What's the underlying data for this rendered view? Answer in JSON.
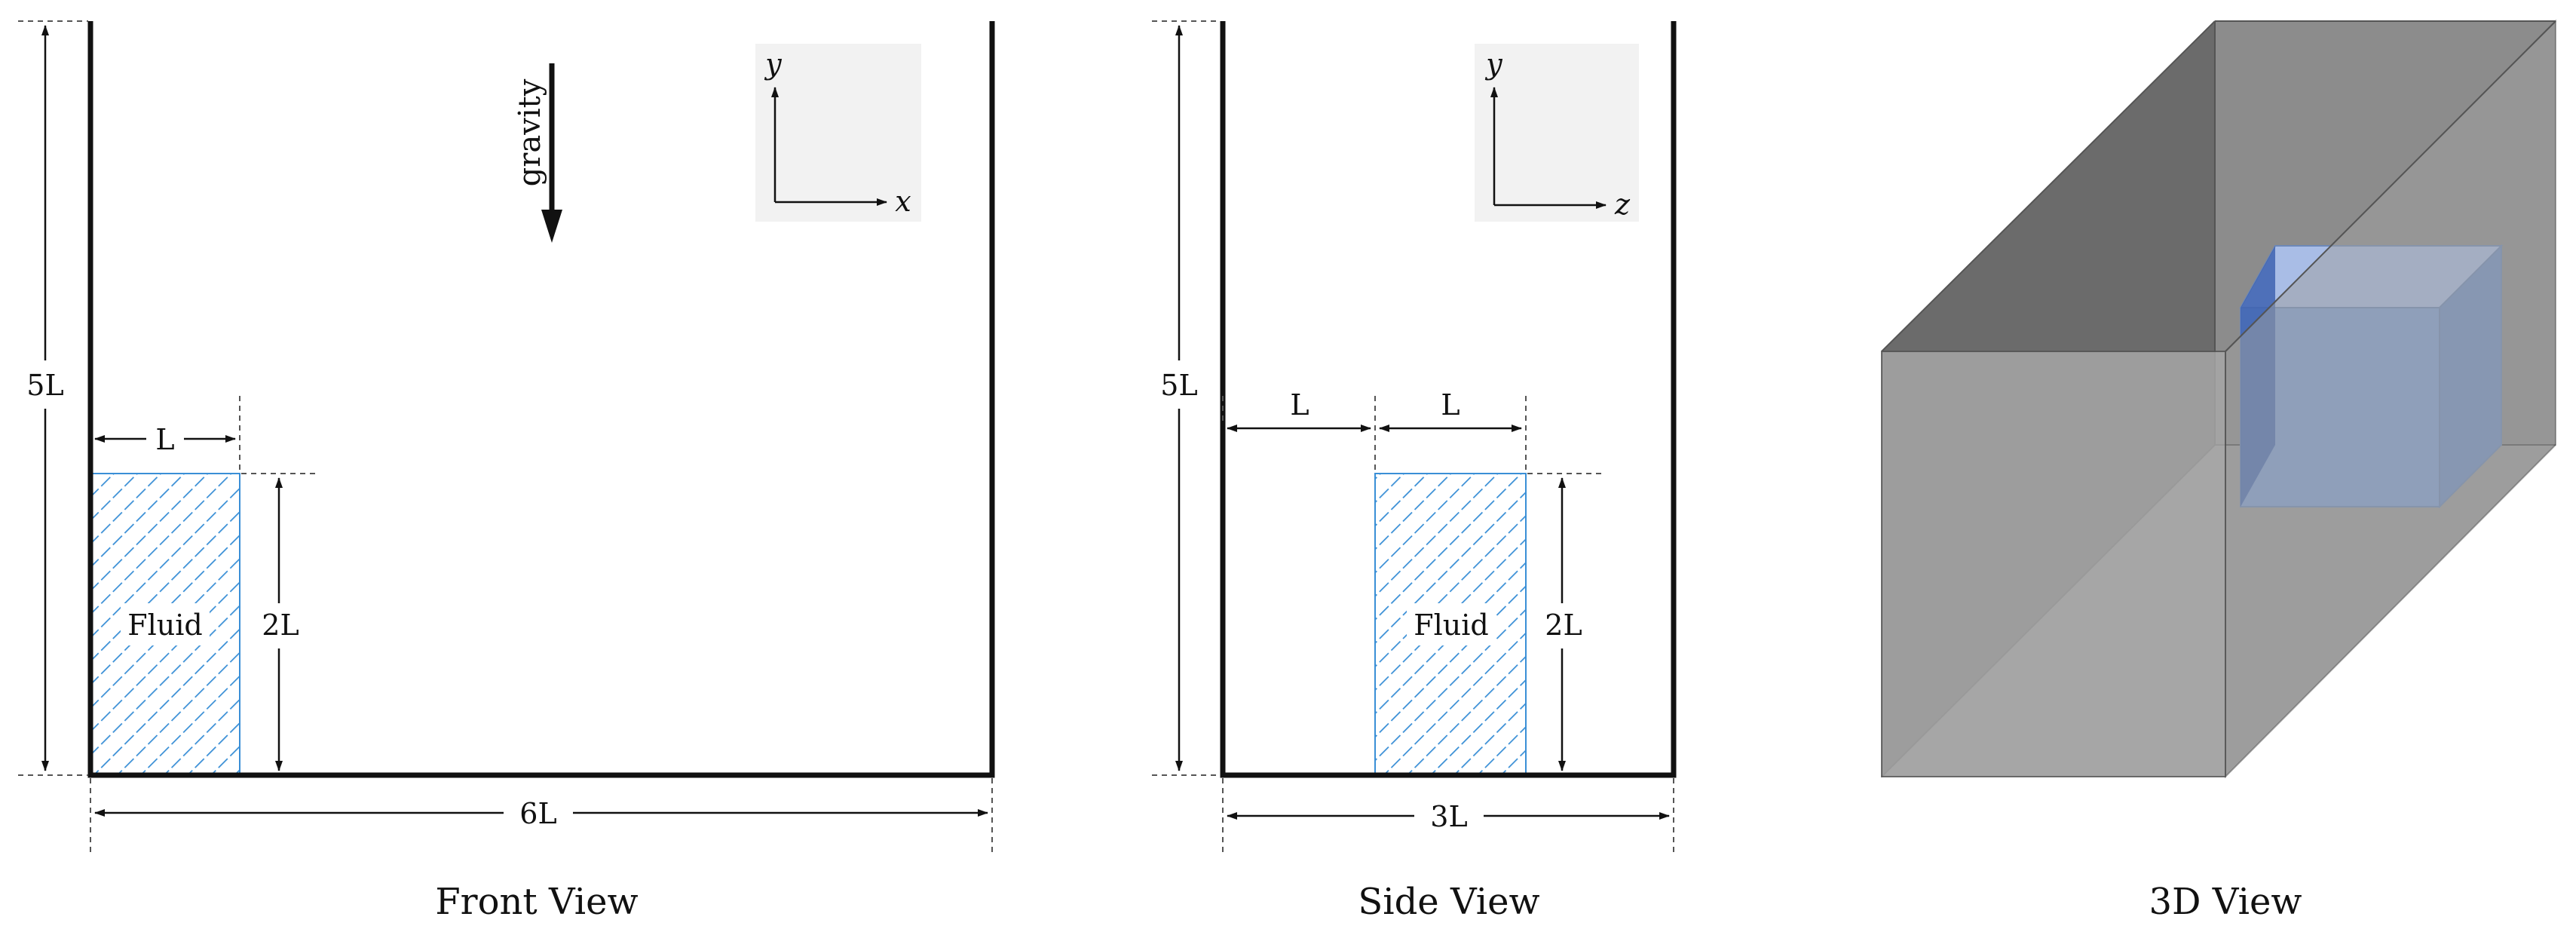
{
  "front_view": {
    "title": "Front View",
    "height_label": "5L",
    "width_label": "6L",
    "fluid_width_label": "L",
    "fluid_height_label": "2L",
    "fluid_label": "Fluid",
    "gravity_label": "gravity",
    "axis_vertical": "y",
    "axis_horizontal": "x"
  },
  "side_view": {
    "title": "Side View",
    "height_label": "5L",
    "width_label": "3L",
    "gap_label": "L",
    "fluid_width_label": "L",
    "fluid_height_label": "2L",
    "fluid_label": "Fluid",
    "axis_vertical": "y",
    "axis_horizontal": "z"
  },
  "view_3d": {
    "title": "3D View"
  },
  "colors": {
    "hatch": "#3a8fd6",
    "tank_dark": "#6b6b6b",
    "tank_mid": "#8c8c8c",
    "tank_light": "#a9a9a9",
    "tank_floor": "#9a9a9a",
    "fluid_front": "#7f9fd6",
    "fluid_top": "#a9bde6",
    "fluid_side": "#6f8fc6",
    "axis_box": "#f2f2f2"
  }
}
